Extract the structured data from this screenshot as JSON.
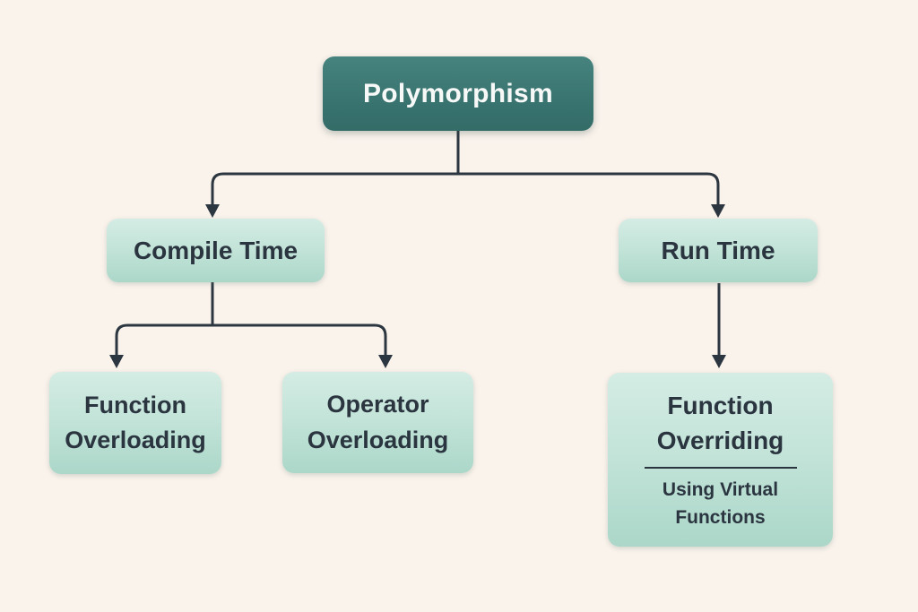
{
  "diagram": {
    "type": "flowchart",
    "topic": "Polymorphism hierarchy",
    "nodes": {
      "root": {
        "label": "Polymorphism"
      },
      "compile_time": {
        "label": "Compile Time"
      },
      "run_time": {
        "label": "Run Time"
      },
      "function_overloading": {
        "label": "Function Overloading"
      },
      "operator_overloading": {
        "label": "Operator Overloading"
      },
      "function_overriding": {
        "label": "Function Overriding",
        "sublabel": "Using Virtual Functions"
      }
    },
    "edges": [
      {
        "from": "root",
        "to": "compile_time"
      },
      {
        "from": "root",
        "to": "run_time"
      },
      {
        "from": "compile_time",
        "to": "function_overloading"
      },
      {
        "from": "compile_time",
        "to": "operator_overloading"
      },
      {
        "from": "run_time",
        "to": "function_overriding"
      }
    ],
    "colors": {
      "background": "#faf3ec",
      "root_box": "#3a7571",
      "child_box_top": "#d4ece4",
      "child_box_bottom": "#abd7c9",
      "text_dark": "#2b3540",
      "text_light": "#f7f9f8",
      "line": "#2c3640"
    }
  }
}
